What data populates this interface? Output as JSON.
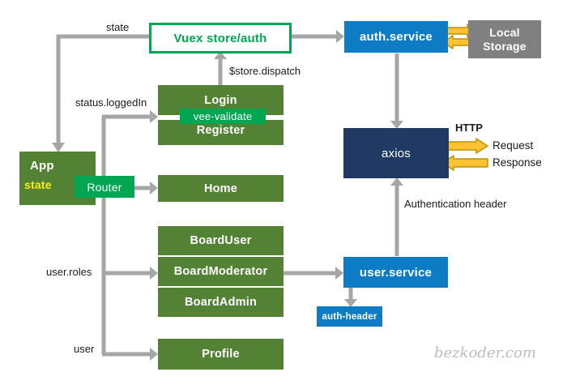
{
  "colors": {
    "dark_green": "#548235",
    "bright_green": "#00a651",
    "blue": "#0d7cc4",
    "navy": "#203a64",
    "box_gray": "#808080",
    "arrow_gray": "#a6a6a6",
    "arrow_yellow_fill": "#ffc233",
    "arrow_yellow_border": "#bf9000",
    "state_yellow": "#ffec00",
    "dotted_arrow_yellow": "#ffdf00"
  },
  "nodes": {
    "vuex_store": {
      "label": "Vuex store/auth"
    },
    "auth_service": {
      "label": "auth.service"
    },
    "local_storage": {
      "line1": "Local",
      "line2": "Storage"
    },
    "login": {
      "label": "Login"
    },
    "vee_validate": {
      "label": "vee-validate"
    },
    "register": {
      "label": "Register"
    },
    "app": {
      "label": "App",
      "state_label": "state"
    },
    "router": {
      "label": "Router"
    },
    "home": {
      "label": "Home"
    },
    "axios": {
      "label": "axios"
    },
    "board_user": {
      "label": "BoardUser"
    },
    "board_moderator": {
      "label": "BoardModerator"
    },
    "board_admin": {
      "label": "BoardAdmin"
    },
    "profile": {
      "label": "Profile"
    },
    "user_service": {
      "label": "user.service"
    },
    "auth_header": {
      "label": "auth-header"
    }
  },
  "edge_labels": {
    "state": "state",
    "store_dispatch": "$store.dispatch",
    "status_logged_in": "status.loggedIn",
    "user_roles": "user.roles",
    "user": "user",
    "authentication_header": "Authentication header",
    "http": "HTTP",
    "request": "Request",
    "response": "Response"
  },
  "watermark": "bezkoder.com"
}
